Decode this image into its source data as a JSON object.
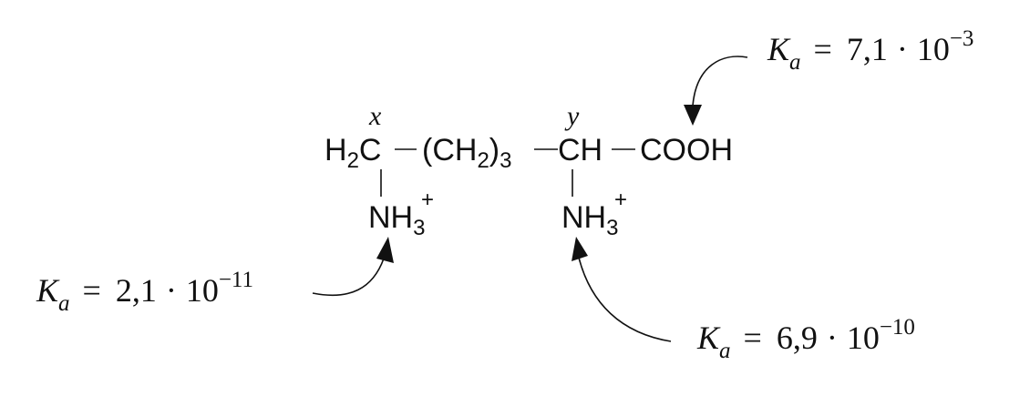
{
  "structure": {
    "position_labels": {
      "x": "x",
      "y": "y"
    },
    "groups": {
      "h2c_h": "H",
      "h2c_sub": "2",
      "h2c_c": "C",
      "ch2_open": "(CH",
      "ch2_sub": "2",
      "ch2_close": ")",
      "ch2_repeat": "3",
      "ch": "CH",
      "cooh": "COOH",
      "nh3_left": "NH",
      "nh3_left_sub": "3",
      "nh3_left_charge": "+",
      "nh3_right": "NH",
      "nh3_right_sub": "3",
      "nh3_right_charge": "+"
    }
  },
  "annotations": {
    "cooh": {
      "symbol": "K",
      "subscript": "a",
      "equals": "=",
      "mantissa": "7,1",
      "times": "·",
      "base": "10",
      "exponent": "−3"
    },
    "alpha_amine": {
      "symbol": "K",
      "subscript": "a",
      "equals": "=",
      "mantissa": "6,9",
      "times": "·",
      "base": "10",
      "exponent": "−10"
    },
    "side_chain_amine": {
      "symbol": "K",
      "subscript": "a",
      "equals": "=",
      "mantissa": "2,1",
      "times": "·",
      "base": "10",
      "exponent": "−11"
    }
  }
}
